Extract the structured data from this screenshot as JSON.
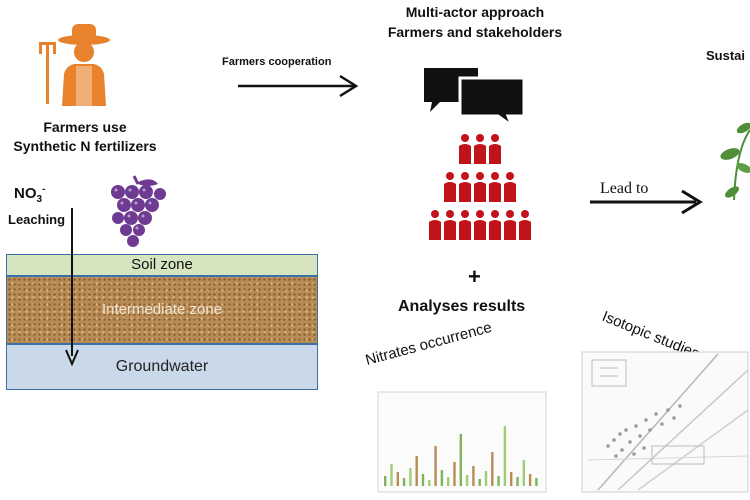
{
  "farmer": {
    "line1": "Farmers use",
    "line2": "Synthetic N fertilizers"
  },
  "leaching": {
    "no3_base": "NO",
    "no3_sub": "3",
    "no3_sup": "-",
    "label": "Leaching"
  },
  "layers": {
    "soil": "Soil zone",
    "intermediate": "Intermediate zone",
    "groundwater": "Groundwater"
  },
  "top_title": {
    "line1": "Multi-actor approach",
    "line2": "Farmers and stakeholders"
  },
  "arrows": {
    "cooperation": "Farmers cooperation",
    "lead": "Lead to"
  },
  "sustain": "Sustai",
  "plus": "+",
  "analyses": "Analyses results",
  "nitrates": "Nitrates occurrence",
  "isotopic": "Isotopic studies",
  "colors": {
    "farmer_orange": "#e8822c",
    "people_red": "#c0141a",
    "grape_purple": "#6f3a92",
    "leaf_green": "#4f8f3a",
    "soil_green": "#d6e4bf",
    "groundwater_blue": "#c9d9ea"
  },
  "icons": {
    "farmer": "farmer-icon",
    "grapes": "grapes-icon",
    "speech": "speech-bubbles-icon",
    "people": "people-group-icon",
    "plant": "plant-leaves-icon"
  }
}
